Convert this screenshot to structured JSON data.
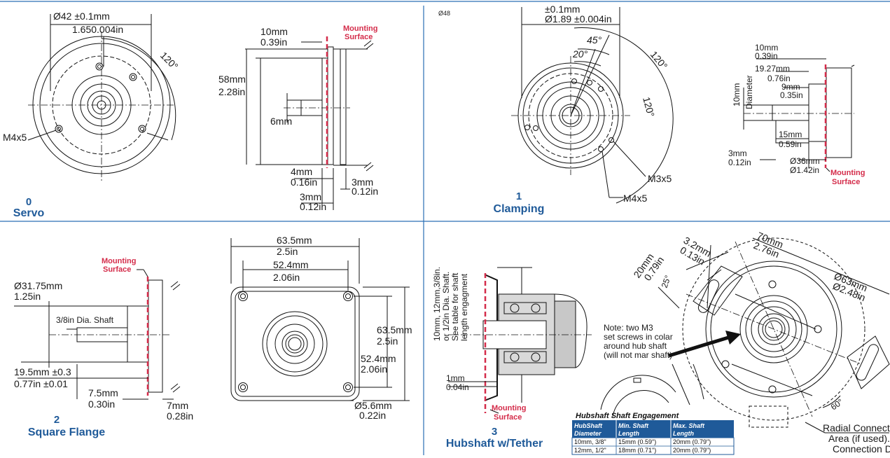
{
  "panels": [
    {
      "number": "0",
      "title": "Servo",
      "front": {
        "dia_mm": "Ø42 ±0.1mm",
        "dia_in": "1.650.004in",
        "angle": "120°",
        "thread": "M4x5"
      },
      "side": {
        "d1_mm": "10mm",
        "d1_in": "0.39in",
        "d2_mm": "58mm",
        "d2_in": "2.28in",
        "d3": "6mm",
        "d4_mm": "4mm",
        "d4_in": "0.16in",
        "d5_mm": "3mm",
        "d5_in": "0.12in",
        "d6_mm": "3mm",
        "d6_in": "0.12in",
        "mount_1": "Mounting",
        "mount_2": "Surface"
      }
    },
    {
      "number": "1",
      "title": "Clamping",
      "front": {
        "small": "Ø48",
        "tol": "±0.1mm",
        "dia_in": "Ø1.89 ±0.004in",
        "a45": "45°",
        "a20": "20°",
        "a120a": "120°",
        "a120b": "120°",
        "m3": "M3x5",
        "m4": "M4x5"
      },
      "side": {
        "d1_mm": "10mm",
        "d1_in": "0.39in",
        "d2_mm": "19.27mm",
        "d2_in": "0.76in",
        "d3_mm": "9mm",
        "d3_in": "0.35in",
        "dia_a": "10mm",
        "dia_b": "Diameter",
        "d4_mm": "15mm",
        "d4_in": "0.59in",
        "d5_mm": "3mm",
        "d5_in": "0.12in",
        "d6_mm": "Ø36mm",
        "d6_in": "Ø1.42in",
        "mount_1": "Mounting",
        "mount_2": "Surface"
      }
    },
    {
      "number": "2",
      "title": "Square Flange",
      "side": {
        "mount_1": "Mounting",
        "mount_2": "Surface",
        "d1_mm": "Ø31.75mm",
        "d1_in": "1.25in",
        "shaft": "3/8in Dia. Shaft",
        "d2_mm": "19.5mm ±0.3",
        "d2_in": "0.77in ±0.01",
        "d3_mm": "7.5mm",
        "d3_in": "0.30in",
        "d4_mm": "7mm",
        "d4_in": "0.28in"
      },
      "front": {
        "w1_mm": "63.5mm",
        "w1_in": "2.5in",
        "w2_mm": "52.4mm",
        "w2_in": "2.06in",
        "h1_mm": "63.5mm",
        "h1_in": "2.5in",
        "h2_mm": "52.4mm",
        "h2_in": "2.06in",
        "hole_mm": "Ø5.6mm",
        "hole_in": "0.22in"
      }
    },
    {
      "number": "3",
      "title": "Hubshaft w/Tether",
      "side": {
        "v1": "10mm, 12mm,3/8in.",
        "v2": "or 1/2in Dia. Shaft.",
        "v3": "See table for shaft",
        "v4": "length engagment",
        "d1_mm": "1mm",
        "d1_in": "0.04in",
        "mount_1": "Mounting",
        "mount_2": "Surface"
      },
      "note": [
        "Note: two M3",
        "set screws in colar",
        "around hub shaft",
        "(will not mar shaft)"
      ],
      "front": {
        "d1_mm": "3.2mm",
        "d1_in": "0.13in",
        "d2_mm": "70mm",
        "d2_in": "2.76in",
        "d3_mm": "20mm",
        "d3_in": "0.79in",
        "a25": "25°",
        "d4_mm": "Ø63mm",
        "d4_in": "Ø2.48in",
        "a60": "60°",
        "radial": [
          "Radial Connector",
          "Area (if used). See",
          "Connection Diag."
        ]
      },
      "table": {
        "title": "Hubshaft Shaft Engagement",
        "headers": [
          [
            "HubShaft",
            "Diameter"
          ],
          [
            "Min. Shaft",
            "Length"
          ],
          [
            "Max. Shaft",
            "Length"
          ]
        ],
        "rows": [
          [
            "10mm, 3/8\"",
            "15mm (0.59\")",
            "20mm (0.79\")"
          ],
          [
            "12mm, 1/2\"",
            "18mm (0.71\")",
            "20mm (0.79\")"
          ]
        ]
      }
    }
  ],
  "colors": {
    "caption": "#1f5a99",
    "mounting": "#d42c4a",
    "table_header": "#1f5a99",
    "divider": "#2a6fb5"
  }
}
